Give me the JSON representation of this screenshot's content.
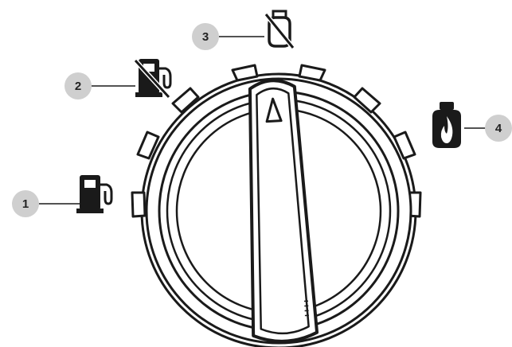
{
  "callouts": [
    {
      "number": "1",
      "icon": "fuel-pump-icon"
    },
    {
      "number": "2",
      "icon": "fuel-pump-crossed-icon"
    },
    {
      "number": "3",
      "icon": "gas-cylinder-crossed-icon"
    },
    {
      "number": "4",
      "icon": "gas-cylinder-flame-icon"
    }
  ],
  "knob": {
    "icon": "rotary-selector-knob",
    "pointer": "triangle-indicator"
  },
  "colors": {
    "outline": "#1a1a1a",
    "icon_fill": "#1a1a1a",
    "callout_circle": "#cfcfcf",
    "leader_line": "#1a1a1a"
  }
}
